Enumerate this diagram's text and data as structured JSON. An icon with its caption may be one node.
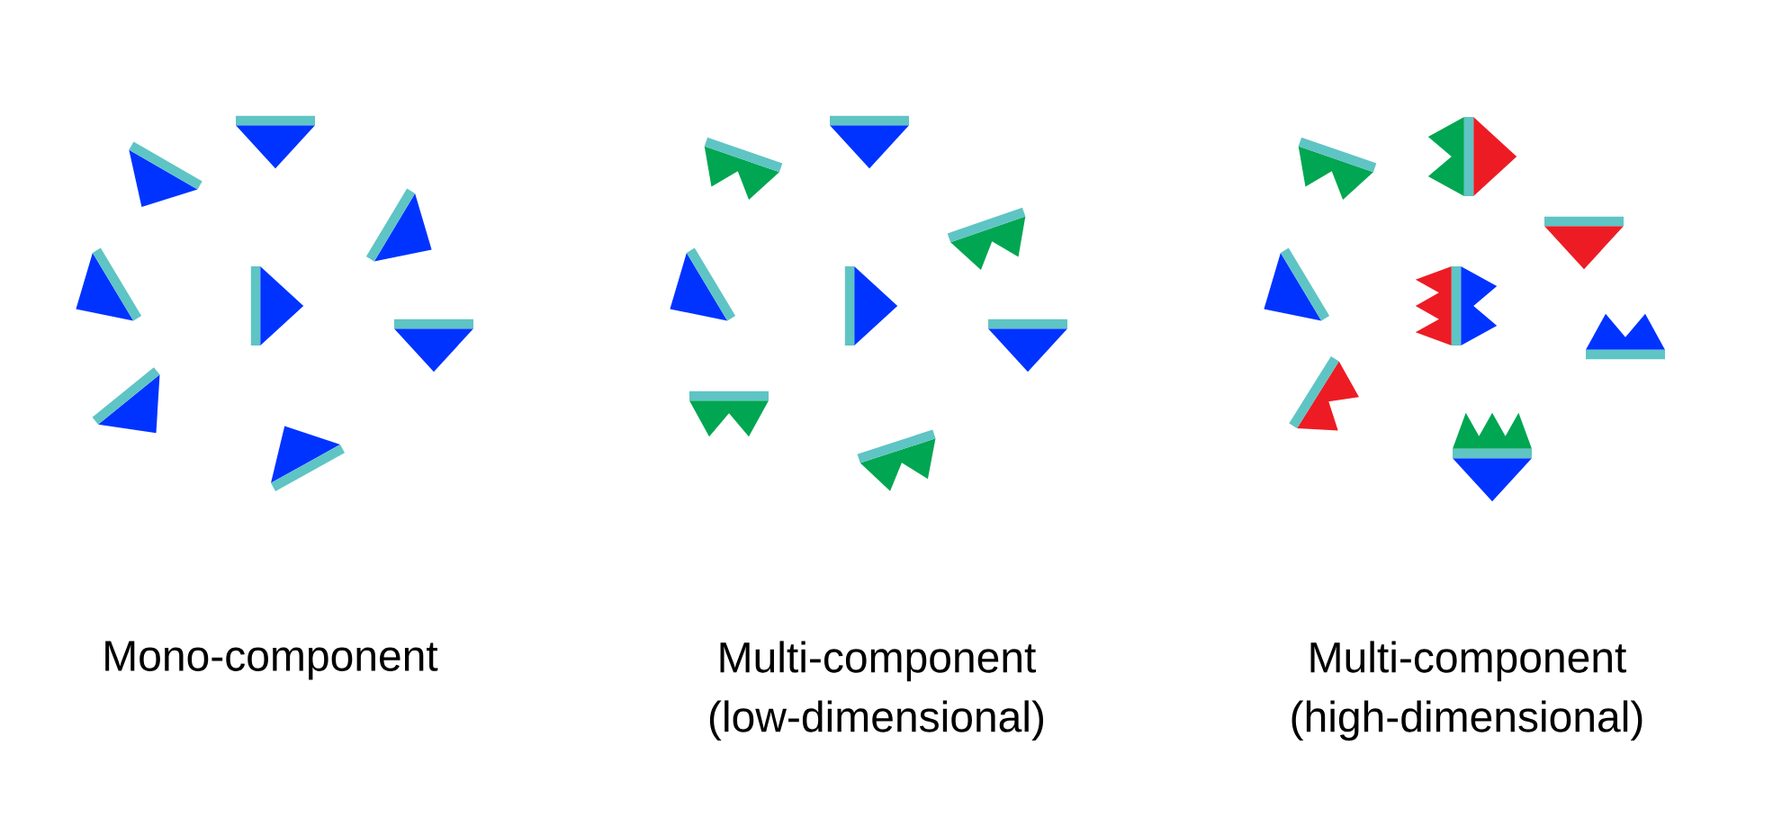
{
  "diagram": {
    "labels": [
      "Mono-component",
      "Multi-component (low-dimensional)",
      "Multi-component (high-dimensional)"
    ]
  }
}
